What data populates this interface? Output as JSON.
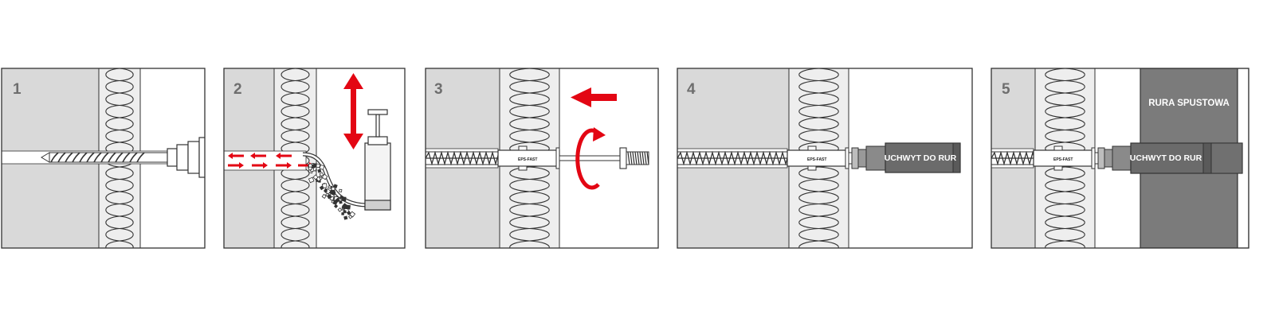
{
  "steps": [
    {
      "number": "1"
    },
    {
      "number": "2"
    },
    {
      "number": "3"
    },
    {
      "number": "4",
      "holder_label": "UCHWYT DO RUR"
    },
    {
      "number": "5",
      "holder_label": "UCHWYT DO RUR",
      "pipe_label": "RURA SPUSTOWA"
    }
  ],
  "anchor_marking": "EPS-FAST",
  "colors": {
    "wall": "#d9d9d9",
    "insulation": "#eeeeee",
    "outline": "#333333",
    "accent": "#e30613",
    "holder": "#6b6b6b",
    "pipe": "#7b7b7b"
  }
}
